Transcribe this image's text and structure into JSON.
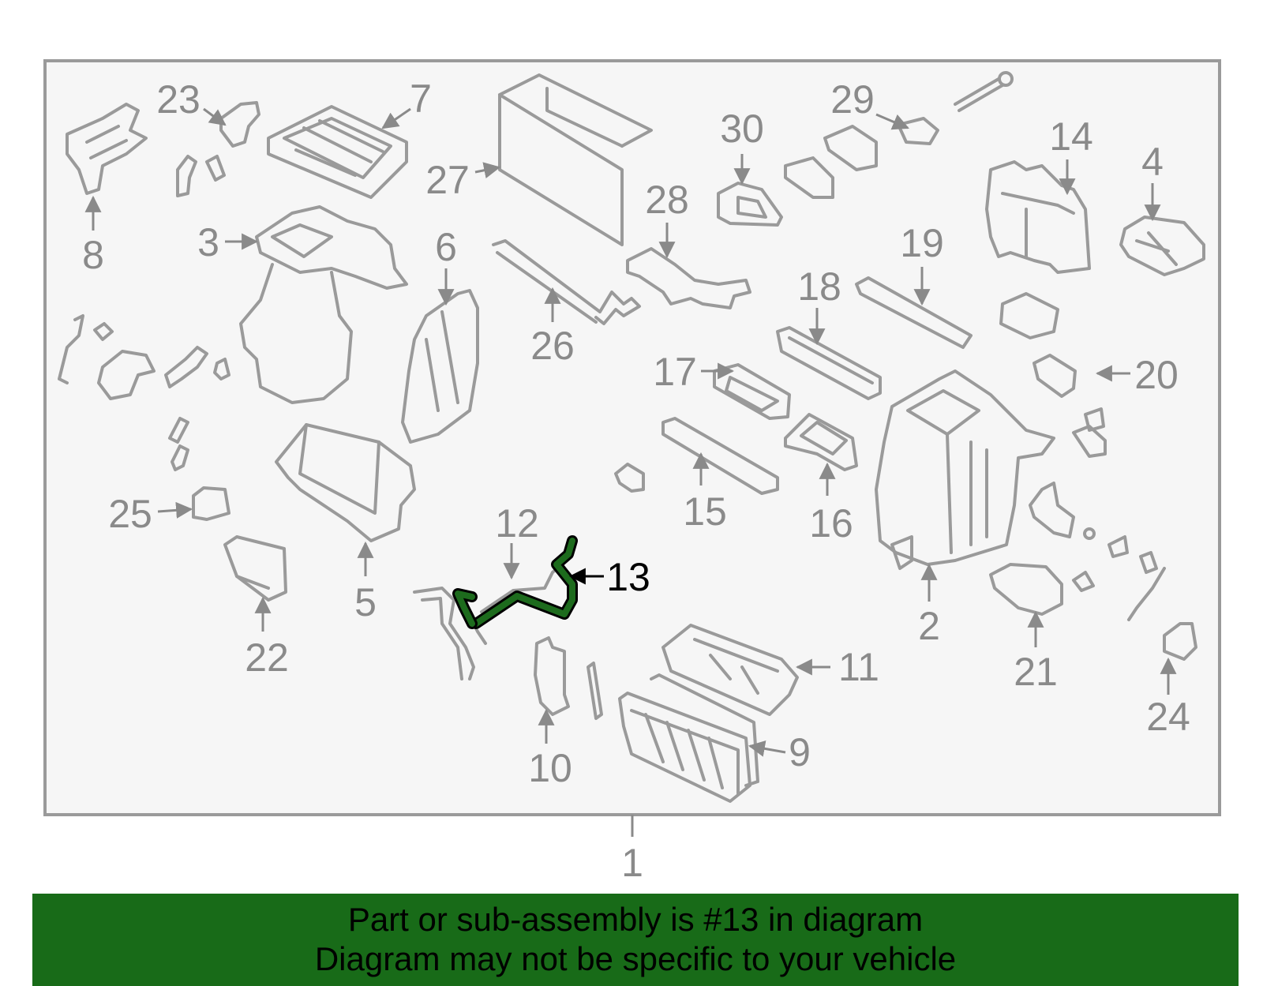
{
  "colors": {
    "frame": "#9a9a9a",
    "frame_fill": "#f6f6f6",
    "part_stroke": "#9a9a9a",
    "label": "#8a8a8a",
    "highlight_fill": "#1d6b1d",
    "highlight_stroke": "#000000",
    "banner_bg": "#186b18",
    "banner_text": "#000000"
  },
  "labels": {
    "n1": "1",
    "n2": "2",
    "n3": "3",
    "n4": "4",
    "n5": "5",
    "n6": "6",
    "n7": "7",
    "n8": "8",
    "n9": "9",
    "n10": "10",
    "n11": "11",
    "n12": "12",
    "n13": "13",
    "n14": "14",
    "n15": "15",
    "n16": "16",
    "n17": "17",
    "n18": "18",
    "n19": "19",
    "n20": "20",
    "n21": "21",
    "n22": "22",
    "n23": "23",
    "n24": "24",
    "n25": "25",
    "n26": "26",
    "n27": "27",
    "n28": "28",
    "n29": "29",
    "n30": "30"
  },
  "highlighted_part": "13",
  "banner": {
    "line1": "Part or sub-assembly is #13 in diagram",
    "line2": "Diagram may not be specific to your vehicle"
  }
}
